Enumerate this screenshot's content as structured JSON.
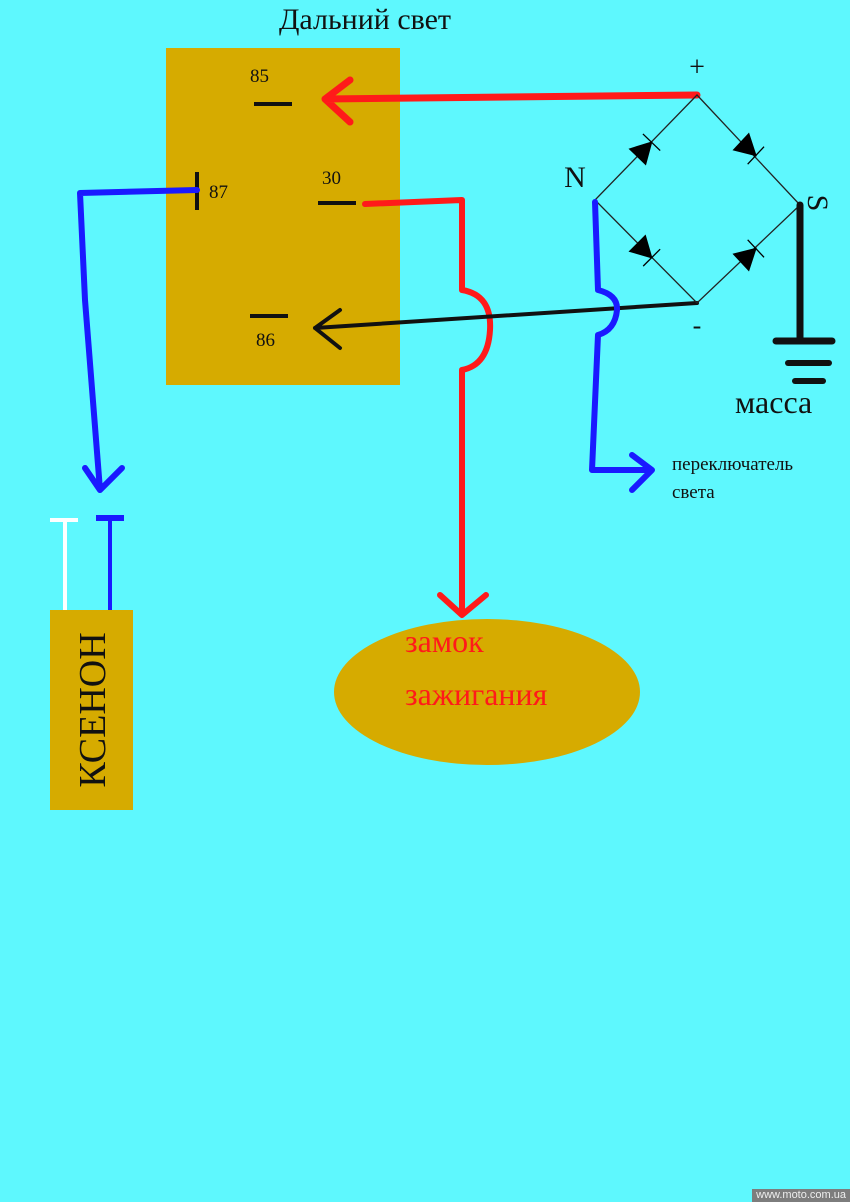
{
  "title": "Дальний свет",
  "relay": {
    "pin85": "85",
    "pin87": "87",
    "pin30": "30",
    "pin86": "86"
  },
  "bridge": {
    "plus": "+",
    "minus": "-",
    "n": "N",
    "s": "S"
  },
  "ground_label": "масса",
  "switch_label_1": "переключатель",
  "switch_label_2": "света",
  "xenon_label": "КСЕНОН",
  "ignition_label_1": "замок",
  "ignition_label_2": "зажигания",
  "watermark": "www.moto.com.ua",
  "colors": {
    "background": "#5ef8fe",
    "box": "#d6ab00",
    "red": "#ff1a1a",
    "blue": "#1a1aff",
    "black": "#111111"
  }
}
